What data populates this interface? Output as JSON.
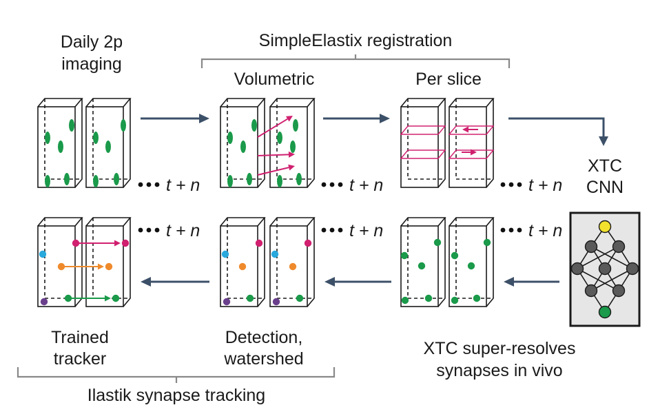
{
  "labels": {
    "daily_imaging_line1": "Daily 2p",
    "daily_imaging_line2": "imaging",
    "registration_title": "SimpleElastix registration",
    "volumetric": "Volumetric",
    "per_slice": "Per slice",
    "xtc_cnn_line1": "XTC",
    "xtc_cnn_line2": "CNN",
    "trained_tracker_line1": "Trained",
    "trained_tracker_line2": "tracker",
    "detection_line1": "Detection,",
    "detection_line2": "watershed",
    "superres_line1": "XTC super-resolves",
    "superres_line2": "synapses in vivo",
    "ilastik_title": "Ilastik synapse tracking",
    "time_suffix": "t + n"
  },
  "colors": {
    "arrow": "#3c5068",
    "synapse_green": "#1a9a4a",
    "magenta": "#d0206f",
    "cyan": "#29a8dc",
    "orange": "#ef8a2c",
    "purple": "#6a3f8c",
    "bracket": "#888888",
    "node_gray": "#5a5a5a",
    "node_yellow": "#f2e22e",
    "node_green": "#1a9a4a",
    "panel_bg": "#e6e6e6"
  }
}
